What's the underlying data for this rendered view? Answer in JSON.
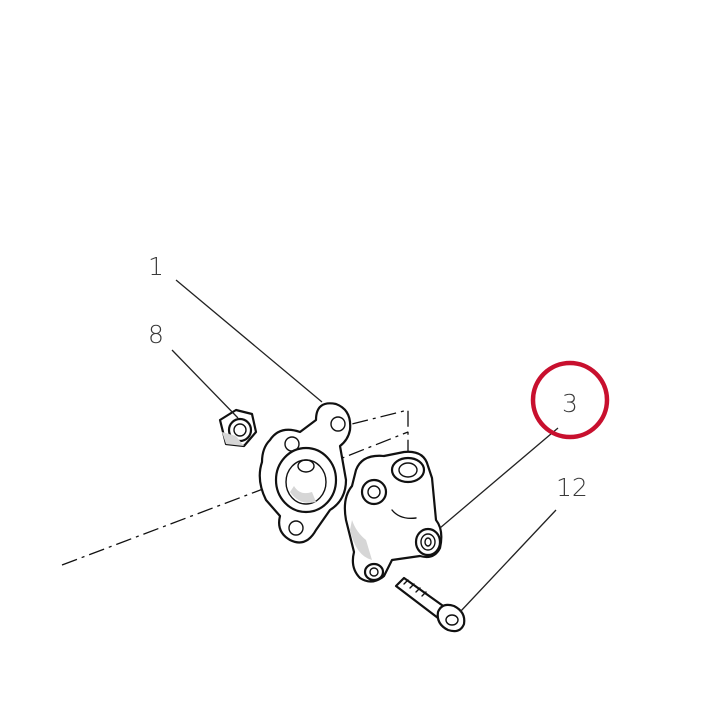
{
  "callouts": [
    {
      "id": "callout-1",
      "label": "1"
    },
    {
      "id": "callout-8",
      "label": "8"
    },
    {
      "id": "callout-3",
      "label": "3"
    },
    {
      "id": "callout-12",
      "label": "12"
    }
  ],
  "highlight": {
    "target": "3",
    "color": "#c8102e"
  }
}
